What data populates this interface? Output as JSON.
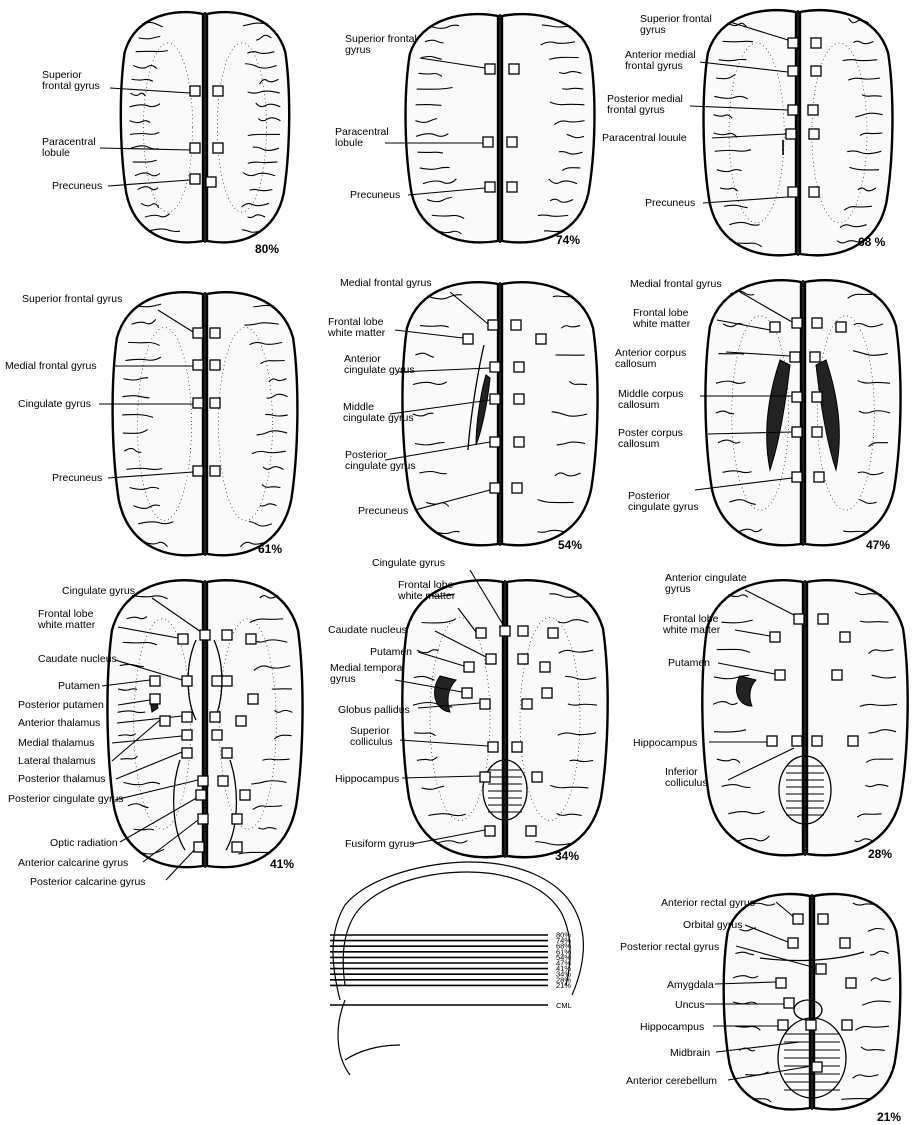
{
  "panels": [
    {
      "id": "p80",
      "level": "80%",
      "labels": [
        "Superior frontal gyrus",
        "Paracentral lobule",
        "Precuneus"
      ]
    },
    {
      "id": "p74",
      "level": "74%",
      "labels": [
        "Superior frontal gyrus",
        "Paracentral lobule",
        "Precuneus"
      ]
    },
    {
      "id": "p68",
      "level": "68 %",
      "labels": [
        "Superior frontal gyrus",
        "Anterior medial frontal gyrus",
        "Posterior medial frontal gyrus",
        "Paracentral louule",
        "Precuneus"
      ]
    },
    {
      "id": "p61",
      "level": "61%",
      "labels": [
        "Superior frontal gyrus",
        "Medial frontal gyrus",
        "Cingulate gyrus",
        "Precuneus"
      ]
    },
    {
      "id": "p54",
      "level": "54%",
      "labels": [
        "Medial frontal gyrus",
        "Frontal lobe white matter",
        "Anterior cingulate gyrus",
        "Middle cingulate gyrus",
        "Posterior cingulate gyrus",
        "Precuneus"
      ]
    },
    {
      "id": "p47",
      "level": "47%",
      "labels": [
        "Medial frontal gyrus",
        "Frontal lobe white matter",
        "Anterior corpus callosum",
        "Middle corpus callosum",
        "Poster corpus callosum",
        "Posterior cingulate gyrus"
      ]
    },
    {
      "id": "p41",
      "level": "41%",
      "labels": [
        "Cingulate gyrus",
        "Frontal lobe white matter",
        "Caudate nucleus",
        "Putamen",
        "Posterior putamen",
        "Anterior thalamus",
        "Medial thalamus",
        "Lateral thalamus",
        "Posterior thalamus",
        "Posterior cingulate gyrus",
        "Optic radiation",
        "Anterior calcarine gyrus",
        "Posterior calcarine gyrus"
      ]
    },
    {
      "id": "p34",
      "level": "34%",
      "labels": [
        "Cingulate gyrus",
        "Frontal lobe white matter",
        "Caudate nucleus",
        "Putamen",
        "Medial temporal gyrus",
        "Globus pallidus",
        "Superior colliculus",
        "Hippocampus",
        "Fusiform gyrus"
      ]
    },
    {
      "id": "p28",
      "level": "28%",
      "labels": [
        "Anterior cingulate gyrus",
        "Frontal lobe white matter",
        "Putamen",
        "Hippocampus",
        "Inferior colliculus"
      ]
    },
    {
      "id": "p21",
      "level": "21%",
      "labels": [
        "Anterior rectal gyrus",
        "Orbital gyrus",
        "Posterior rectal gyrus",
        "Amygdala",
        "Uncus",
        "Hippocampus",
        "Midbrain",
        "Anterior cerebellum"
      ]
    }
  ],
  "schematic": {
    "levels": [
      "80%",
      "74%",
      "68%",
      "61%",
      "54%",
      "47%",
      "41%",
      "34%",
      "28%",
      "21%"
    ],
    "baseline": "CML"
  },
  "colors": {
    "ink": "#000000",
    "paper": "#ffffff"
  }
}
